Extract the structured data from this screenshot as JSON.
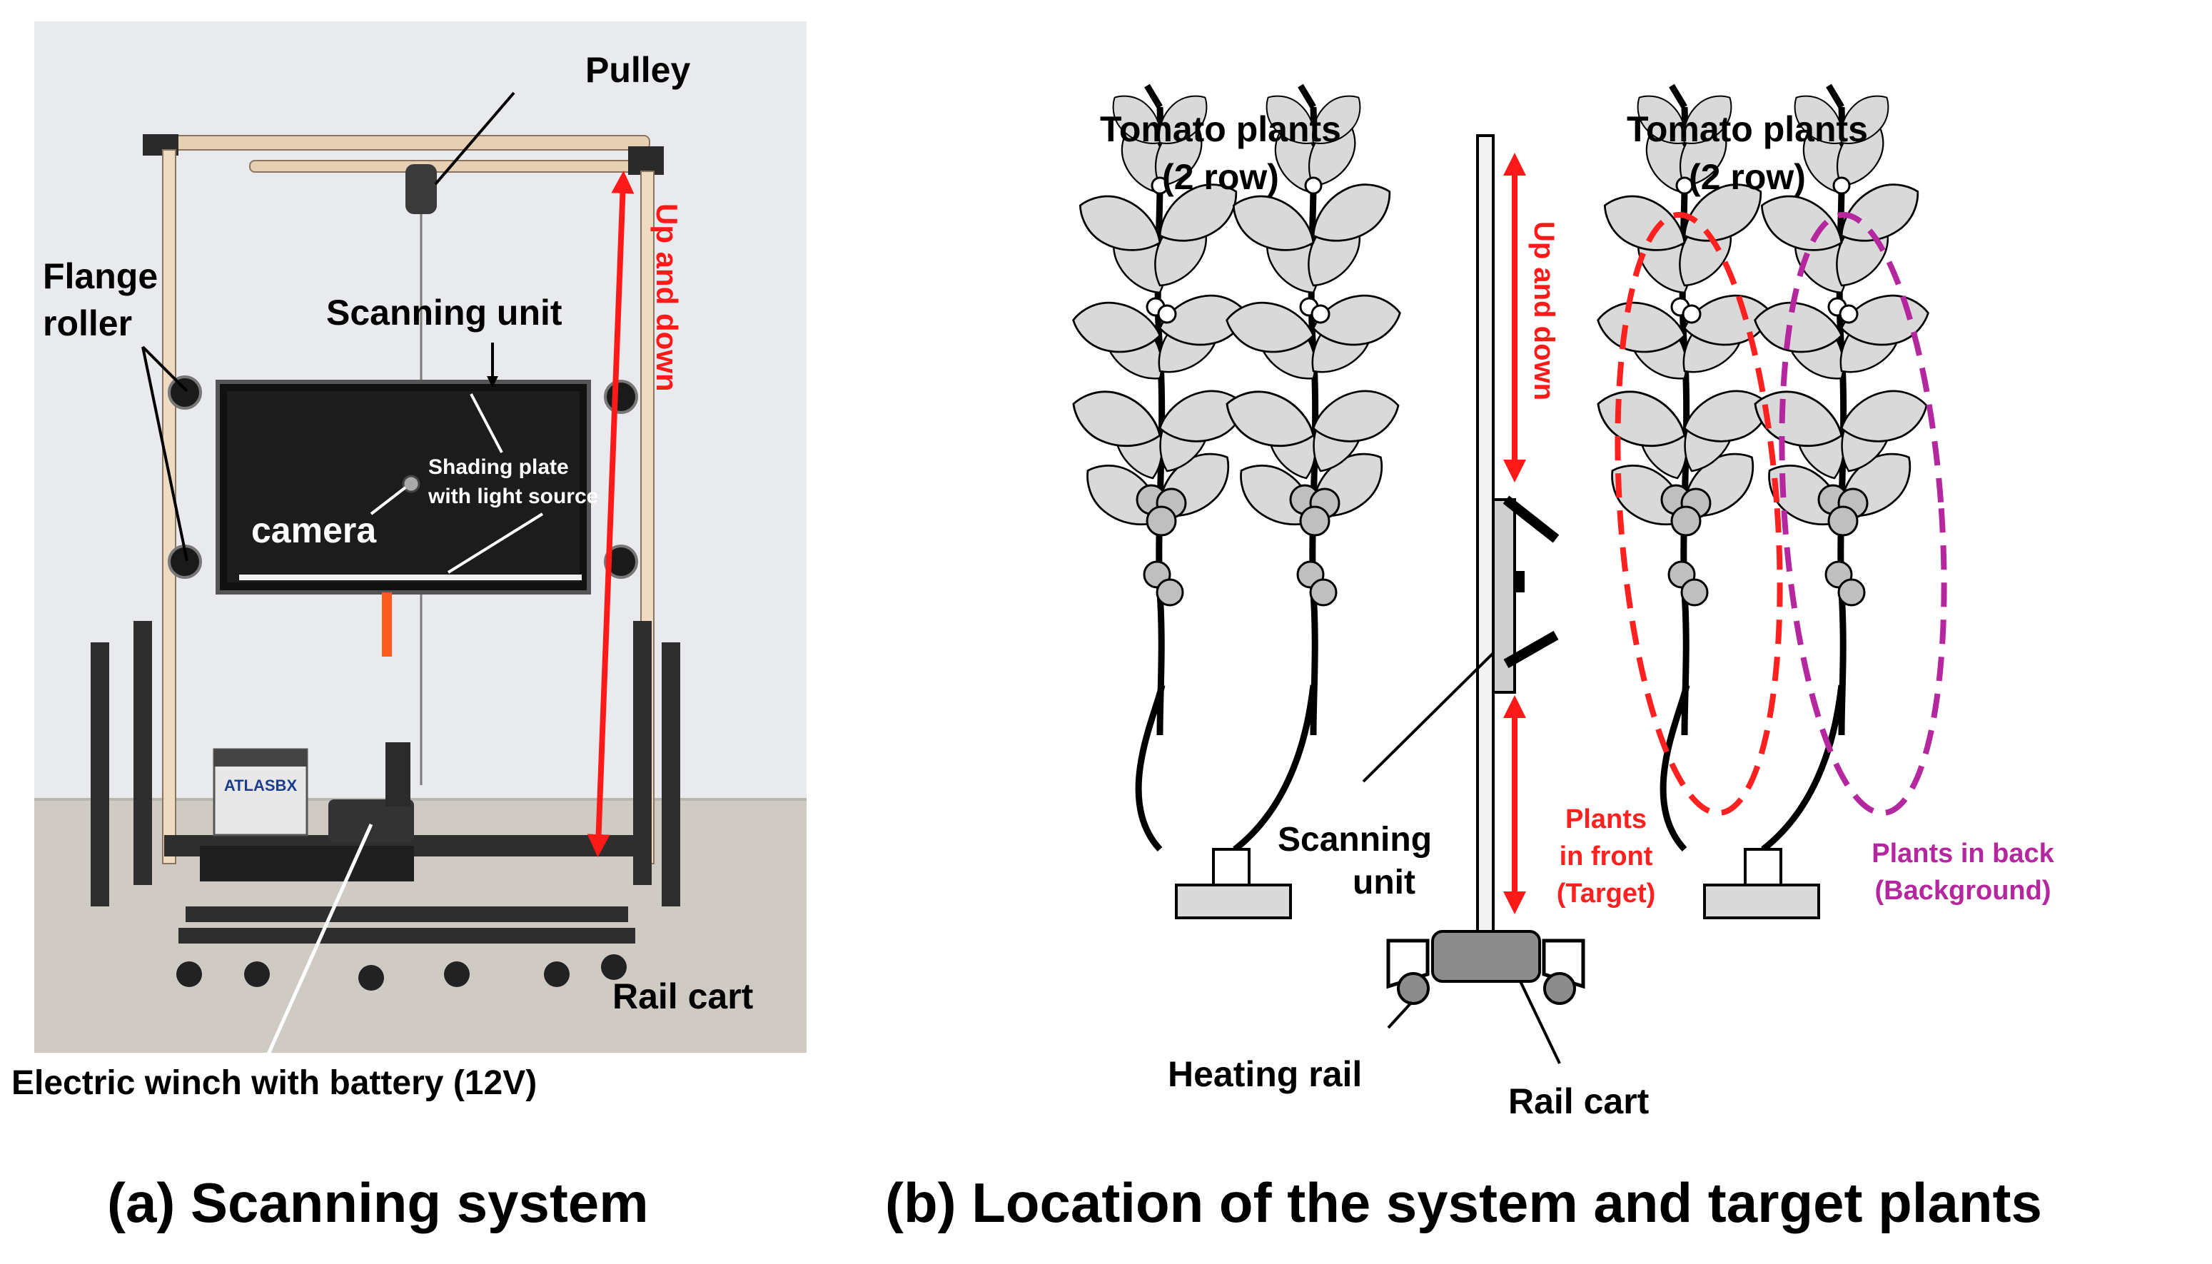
{
  "panel_a": {
    "caption": "(a) Scanning system",
    "labels": {
      "pulley": "Pulley",
      "flange_line1": "Flange",
      "flange_line2": "roller",
      "scanning_unit": "Scanning unit",
      "up_and_down": "Up and down",
      "shading_line1": "Shading plate",
      "shading_line2": "with light source",
      "camera": "camera",
      "rail_cart": "Rail cart",
      "winch": "Electric winch with battery (12V)",
      "battery_brand": "ATLASBX"
    }
  },
  "panel_b": {
    "caption": "(b) Location of the system and target plants",
    "labels": {
      "tomato_left_line1": "Tomato plants",
      "tomato_left_line2": "(2 row)",
      "tomato_right_line1": "Tomato plants",
      "tomato_right_line2": "(2 row)",
      "up_and_down": "Up and down",
      "scanning_line1": "Scanning",
      "scanning_line2": "unit",
      "front_line1": "Plants",
      "front_line2": "in front",
      "front_line3": "(Target)",
      "back_line1": "Plants in back",
      "back_line2": "(Background)",
      "heating_rail": "Heating rail",
      "rail_cart": "Rail cart"
    }
  },
  "colors": {
    "arrow_red": "#ff1a1a",
    "target_red": "#ff2020",
    "background_magenta": "#b5279e",
    "leaf_gray": "#d9d9d9",
    "cart_gray": "#8c8c8c"
  }
}
